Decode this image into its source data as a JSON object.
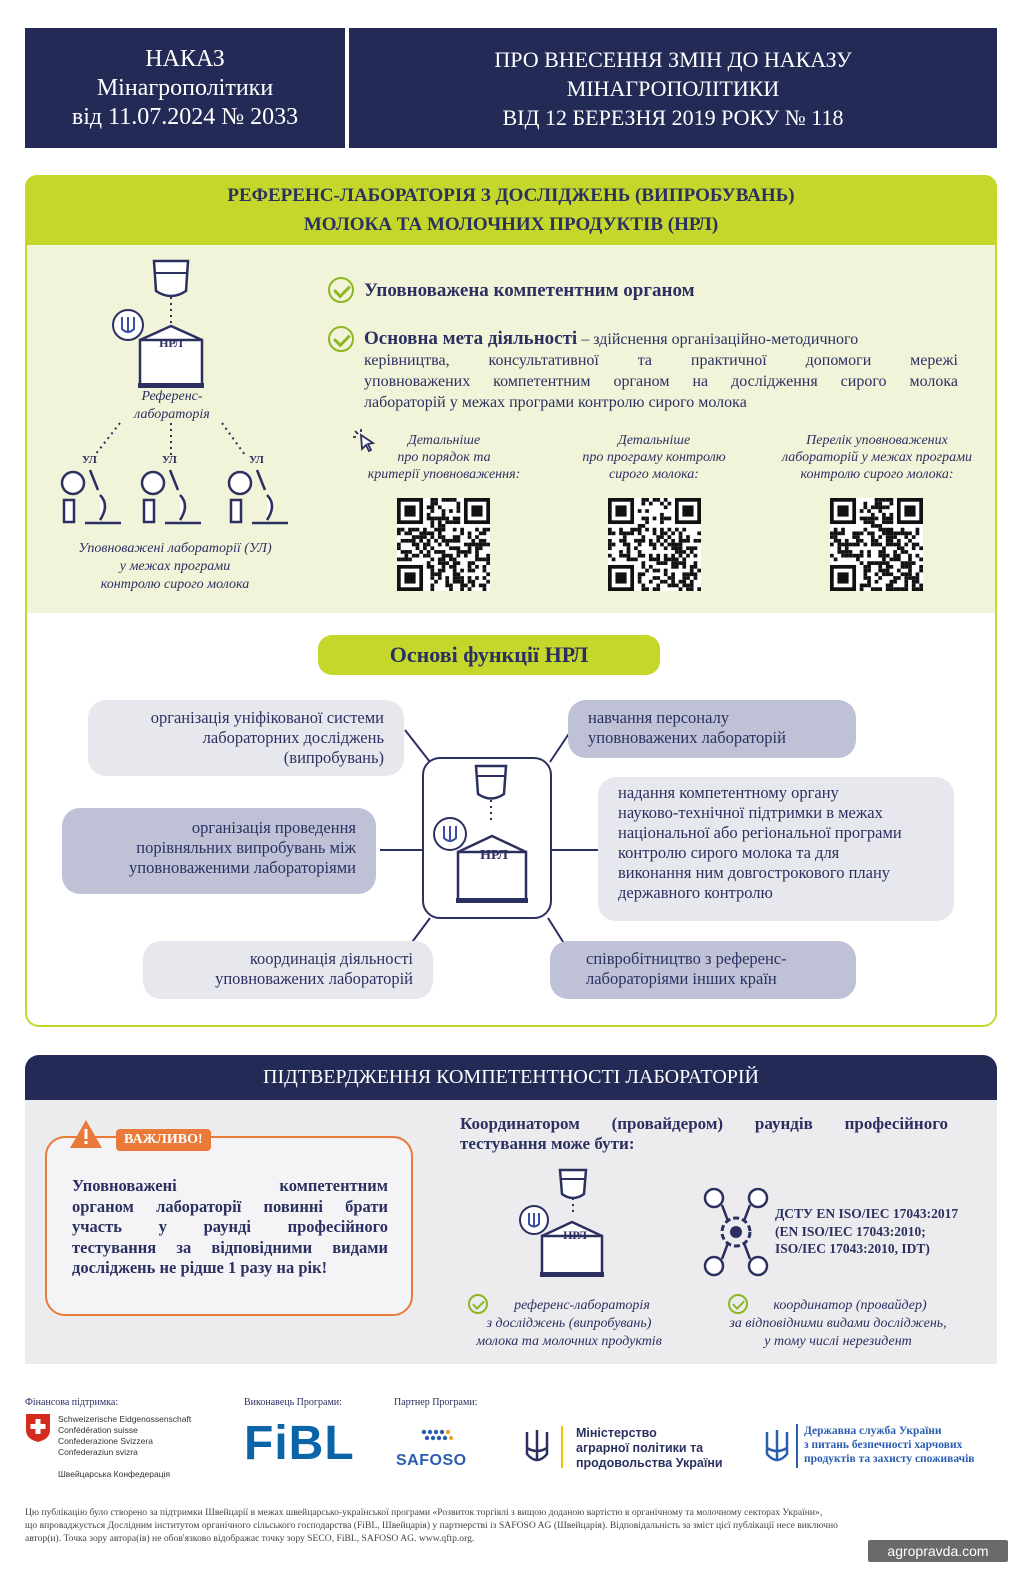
{
  "header": {
    "left_line1": "НАКАЗ",
    "left_line2": "Мінагрополітики",
    "left_line3": "від 11.07.2024 № 2033",
    "right_line1": "ПРО ВНЕСЕННЯ ЗМІН ДО НАКАЗУ",
    "right_line2": "МІНАГРОПОЛІТИКИ",
    "right_line3": "ВІД 12 БЕРЕЗНЯ 2019 РОКУ № 118"
  },
  "nrl": {
    "title_line1": "РЕФЕРЕНС-ЛАБОРАТОРІЯ З ДОСЛІДЖЕНЬ (ВИПРОБУВАНЬ)",
    "title_line2": "МОЛОКА ТА МОЛОЧНИХ ПРОДУКТІВ (НРЛ)",
    "building_label": "НРЛ",
    "ref_lab_line1": "Референс-",
    "ref_lab_line2": "лабораторія",
    "ul_label": "УЛ",
    "ul_caption_line1": "Уповноважені лабораторії (УЛ)",
    "ul_caption_line2": "у межах програми",
    "ul_caption_line3": "контролю сирого молока",
    "point1": "Уповноважена компетентним органом",
    "point2_bold": "Основна мета діяльності",
    "point2_dash": " – ",
    "point2_text_line1": "здійснення організаційно-методичного",
    "point2_text_line2": "керівництва, консультативної та практичної допомоги мережі",
    "point2_text_line3": "уповноважених компетентним органом на дослідження сирого молока",
    "point2_text_line4": "лабораторій у межах програми контролю сирого молока",
    "qr1_line1": "Детальніше",
    "qr1_line2": "про порядок та",
    "qr1_line3": "критерії уповноваження:",
    "qr2_line1": "Детальніше",
    "qr2_line2": "про програму контролю",
    "qr2_line3": "сирого молока:",
    "qr3_line1": "Перелік уповноважених",
    "qr3_line2": "лабораторій у межах програми",
    "qr3_line3": "контролю сирого молока:"
  },
  "functions": {
    "title": "Основі функції НРЛ",
    "center_label": "НРЛ",
    "f1_line1": "організація уніфікованої системи",
    "f1_line2": "лабораторних досліджень",
    "f1_line3": "(випробувань)",
    "f2_line1": "навчання персоналу",
    "f2_line2": "уповноважених лабораторій",
    "f3_line1": "організація проведення",
    "f3_line2": "порівняльних випробувань між",
    "f3_line3": "уповноваженими лабораторіями",
    "f4_line1": "надання компетентному органу",
    "f4_line2": "науково-технічної підтримки в межах",
    "f4_line3": "національної або регіональної програми",
    "f4_line4": "контролю сирого молока та для",
    "f4_line5": "виконання ним довгострокового плану",
    "f4_line6": "державного контролю",
    "f5_line1": "координація діяльності",
    "f5_line2": "уповноважених лабораторій",
    "f6_line1": "співробітництво з референс-",
    "f6_line2": "лабораторіями інших країн"
  },
  "competence": {
    "title": "ПІДТВЕРДЖЕННЯ КОМПЕТЕНТНОСТІ ЛАБОРАТОРІЙ",
    "important_badge": "ВАЖЛИВО!",
    "important_line1": "Уповноважені компетентним",
    "important_line2": "органом лабораторії повинні брати",
    "important_line3": "участь у раунді професійного",
    "important_line4": "тестування за відповідними видами",
    "important_line5": "досліджень не рідше 1 разу на рік!",
    "coordinator_line1": "Координатором (провайдером) раундів професійного",
    "coordinator_line2": "тестування може бути:",
    "building_label": "НРЛ",
    "iso_line1": "ДСТУ EN ISO/IEC 17043:2017",
    "iso_line2": "(EN ISO/IEC 17043:2010;",
    "iso_line3": "ISO/IEC 17043:2010, IDT)",
    "opt1_line1": "референс-лабораторія",
    "opt1_line2": "з досліджень (випробувань)",
    "opt1_line3": "молока та молочних продуктів",
    "opt2_line1": "координатор (провайдер)",
    "opt2_line2": "за відповідними видами досліджень,",
    "opt2_line3": "у тому числі нерезидент"
  },
  "footer": {
    "finance_label": "Фінансова підтримка:",
    "swiss_line1": "Schweizerische Eidgenossenschaft",
    "swiss_line2": "Confédération suisse",
    "swiss_line3": "Confederazione Svizzera",
    "swiss_line4": "Confederaziun svizra",
    "swiss_ua": "Швейцарська Конфедерація",
    "executor_label": "Виконавець Програми:",
    "fibl": "FiBL",
    "partner_label": "Партнер Програми:",
    "safoso": "SAFOSO",
    "ministry_line1": "Міністерство",
    "ministry_line2": "аграрної політики та",
    "ministry_line3": "продовольства України",
    "service_line1": "Державна служба України",
    "service_line2": "з питань безпечності харчових",
    "service_line3": "продуктів та захисту споживачів",
    "disclaimer_line1": "Цю публікацію було створено за підтримки Швейцарії в межах швейцарсько-української програми «Розвиток торгівлі з вищою доданою вартістю в органічному та молочному секторах України»,",
    "disclaimer_line2": "що впроваджується Дослідним інститутом органічного сільського господарства (FiBL, Швейцарія) у партнерстві із SAFOSO AG (Швейцарія). Відповідальність за зміст цієї публікації несе виключно",
    "disclaimer_line3": "автор(и). Точка зору автора(ів) не обов'язково відображає точку зору SECO, FiBL, SAFOSO AG. www.qftp.org.",
    "watermark": "agropravda.com"
  },
  "colors": {
    "navy": "#232a56",
    "lime": "#c4d72a",
    "pale_lime": "#f1f4d9",
    "orange": "#ea7a3a",
    "check_green": "#8bb822"
  }
}
